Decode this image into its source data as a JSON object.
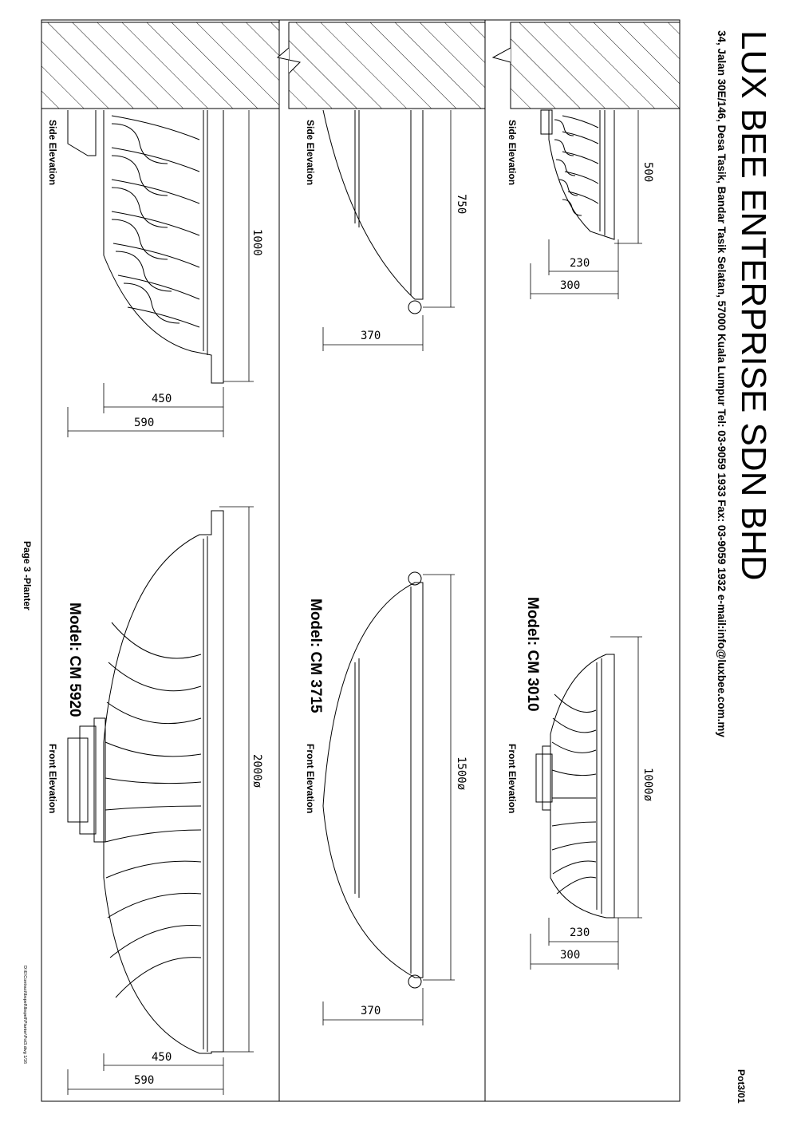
{
  "company": {
    "name": "LUX BEE ENTERPRISE SDN BHD",
    "address_line": "34, Jalan 30E/146, Desa Tasik, Bandar Tasik Selatan, 57000 Kuala Lumpur  Tel: 03-9059 1933  Fax: 03-9059 1932  e-mail:info@luxbee.com.my"
  },
  "page_code": "Pot3/01",
  "page_label": "Page 3 -Planter",
  "file_path": "D:\\E\\Contract\\lbspell\\lbspell\\Planter\\Pot3.dwg  1/16",
  "panels": [
    {
      "side_label": "Side Elevation",
      "front_label": "Front Elevation",
      "model": "Model: CM 3010",
      "dims": {
        "height": "500",
        "inner": "230",
        "outer": "300",
        "diameter": "1000ø",
        "front_inner": "230",
        "front_outer": "300"
      }
    },
    {
      "side_label": "Side Elevation",
      "front_label": "Front Elevation",
      "model": "Model: CM 3715",
      "dims": {
        "height": "750",
        "outer": "370",
        "diameter": "1500ø",
        "front_outer": "370"
      }
    },
    {
      "side_label": "Side Elevation",
      "front_label": "Front Elevation",
      "model": "Model: CM 5920",
      "dims": {
        "height": "1000",
        "inner": "450",
        "outer": "590",
        "diameter": "2000ø",
        "front_inner": "450",
        "front_outer": "590"
      }
    }
  ]
}
